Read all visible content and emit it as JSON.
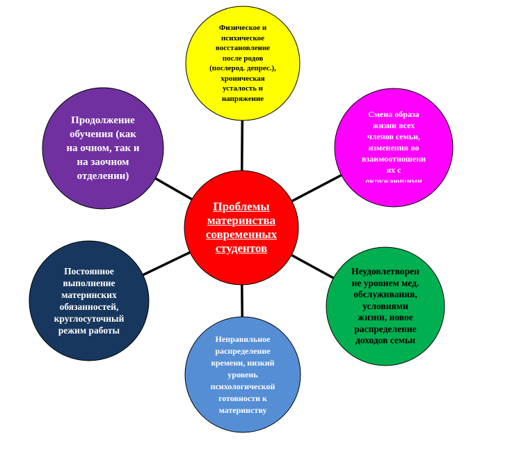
{
  "center": {
    "text": "Проблемы\nматеринства\nсовременных\nстудентов",
    "color": "#ff0000"
  },
  "nodes": [
    {
      "id": "physical-recovery",
      "text": "Физическое и\nпсихическое\nвосстановление\nпосле родов\n(послерод. депрес.),\nхроническая\nусталость и\nнапряжение",
      "fill": "#ffff00",
      "text_color": "#000000"
    },
    {
      "id": "lifestyle-change",
      "text": "Смена образа\nжизни всех\nчленов семьи,\nизменения во\nвзаимоотношени\nях с\nокружающими",
      "fill": "#ff00ff",
      "text_color": "#ffffff"
    },
    {
      "id": "dissatisfaction",
      "text": "Неудовлетворен\nие уровнем мед.\nобслуживания,\nусловиями\nжизни, новое\nраспределение\nдоходов семьи",
      "fill": "#00b050",
      "text_color": "#000000"
    },
    {
      "id": "time-distribution",
      "text": "Неправильное\nраспределение\nвремени, низкий\nуровень\nпсихологической\nготовности к\nматеринству",
      "fill": "#558ed5",
      "text_color": "#ffffff"
    },
    {
      "id": "maternal-duties",
      "text": "Постоянное\nвыполнение\nматеринских\nобязанностей,\nкруглосуточный\nрежим работы",
      "fill": "#17375e",
      "text_color": "#ffffff"
    },
    {
      "id": "continuing-education",
      "text": "Продолжение\nобучения (как\nна очном, так и\nна заочном\nотделении)",
      "fill": "#7030a0",
      "text_color": "#ffffff"
    }
  ],
  "colors": {
    "outline": "#000000",
    "connector": "#000000"
  }
}
